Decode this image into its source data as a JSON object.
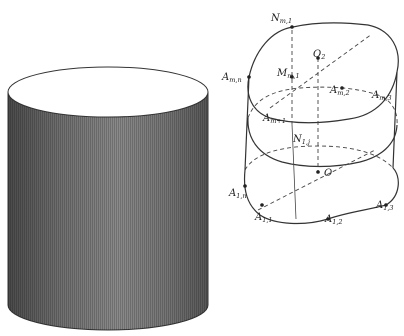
{
  "figure": {
    "labels": {
      "n_top": {
        "main": "N",
        "sub": "m,1"
      },
      "o_top": {
        "main": "O",
        "sub": "2"
      },
      "a_left": {
        "main": "A",
        "sub": "m,n"
      },
      "m_mid": {
        "main": "M",
        "sub": "m,1"
      },
      "a_m2_right": {
        "main": "A",
        "sub": "m,2"
      },
      "a_m3_right": {
        "main": "A",
        "sub": "m,3"
      },
      "a_mid_left": {
        "main": "A",
        "sub": "m+1"
      },
      "n_mid": {
        "main": "N",
        "sub": "1,j"
      },
      "o_bottom": {
        "main": "O",
        "sub": ""
      },
      "a_bottom_left": {
        "main": "A",
        "sub": "1,n"
      },
      "a_bottom_1": {
        "main": "A",
        "sub": "1,1"
      },
      "a_bottom_2": {
        "main": "A",
        "sub": "1,2"
      },
      "a_bottom_right": {
        "main": "A",
        "sub": "1,3"
      }
    }
  }
}
